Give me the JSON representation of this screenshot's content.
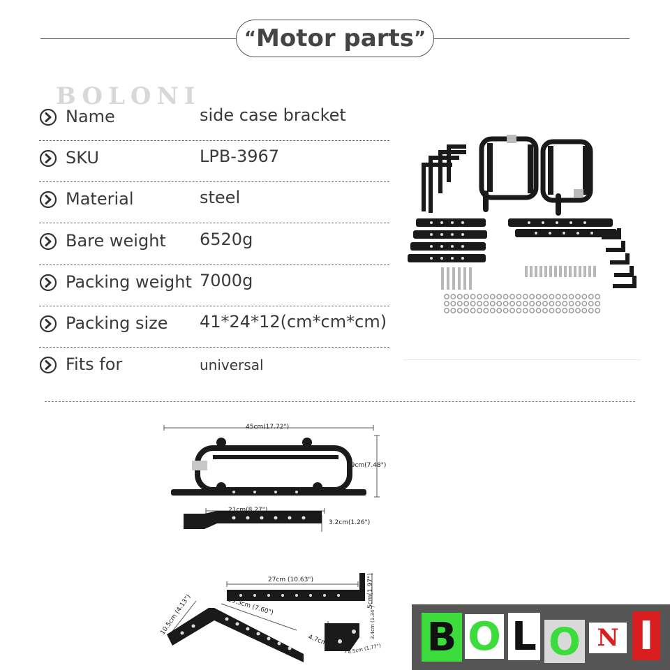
{
  "header": {
    "title": "Motor parts",
    "open_quote": "“",
    "close_quote": "”"
  },
  "watermark": {
    "text": "BOLONI"
  },
  "specs": [
    {
      "label": "Name",
      "value": "side case bracket"
    },
    {
      "label": "SKU",
      "value": "LPB-3967"
    },
    {
      "label": "Material",
      "value": "steel"
    },
    {
      "label": "Bare weight",
      "value": "6520g"
    },
    {
      "label": "Packing weight",
      "value": "7000g"
    },
    {
      "label": "Packing size",
      "value": "41*24*12(cm*cm*cm)"
    },
    {
      "label": "Fits for",
      "value": "universal"
    }
  ],
  "dimensions": {
    "frame_width": "45cm(17.72\")",
    "frame_height": "19cm(7.48\")",
    "strap_length": "21cm(8.27\")",
    "strap_width": "3.2cm(1.26\")",
    "long_bracket_length": "27cm  (10.63\")",
    "long_bracket_height": "5cm(1.97\")",
    "angle_length": "19.3cm  (7.60\")",
    "angle_height": "10.5cm  (4.13\")",
    "small_a": "4.7cm(1.85\")",
    "small_b": "4.5cm  (1.77\")",
    "small_c": "3.4cm  (1.34\")"
  },
  "logo": {
    "letters": [
      "B",
      "O",
      "L",
      "O",
      "N",
      "I"
    ],
    "background": "#555555"
  },
  "colors": {
    "text": "#3a3a3a",
    "rule": "#666666",
    "metal": "#1a1a1a",
    "logo_green": "#3ddc3d",
    "logo_red": "#d81e1e"
  },
  "icons": [
    "circle-chevron-right-icon"
  ]
}
